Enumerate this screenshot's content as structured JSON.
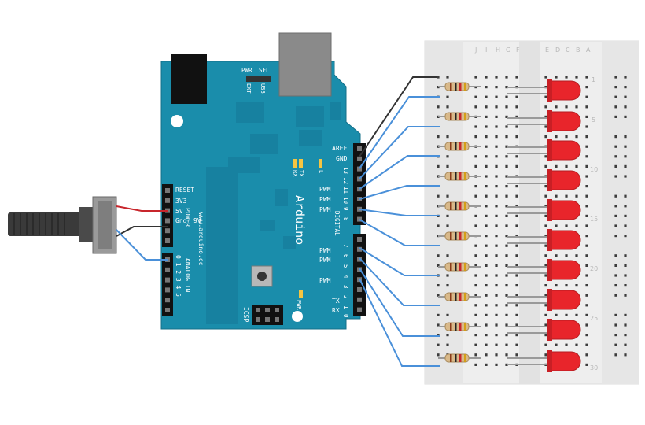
{
  "board": {
    "jumper": {
      "pwr": "PWR",
      "sel": "SEL",
      "ext": "EXT",
      "usb": "USB"
    },
    "digital_header": [
      "AREF",
      "GND",
      "13",
      "12",
      "11",
      "10",
      "9",
      "8",
      "7",
      "6",
      "5",
      "4",
      "3",
      "2",
      "1",
      "0"
    ],
    "digital_extra": {
      "pwm1": "PWM",
      "pwm2": "PWM",
      "pwm3": "PWM",
      "pwm4": "PWM",
      "pwm5": "PWM",
      "pwm6": "PWM",
      "tx": "TX",
      "rx": "RX",
      "digital": "DIGITAL"
    },
    "led_labels": {
      "tx": "TX",
      "rx": "RX",
      "l": "L",
      "pwr": "PWR"
    },
    "power_labels": {
      "reset": "RESET",
      "v33": "3V3",
      "v5": "5V",
      "gnd": "Gnd",
      "v9": "9V",
      "power": "POWER"
    },
    "analog": {
      "pins": "0 1 2 3 4 5",
      "title": "ANALOG IN"
    },
    "logo": "Arduino",
    "url": "www.arduino.cc",
    "icsp": "ICSP"
  },
  "breadboard": {
    "letters_left": [
      "J",
      "I",
      "H",
      "G",
      "F"
    ],
    "letters_right": [
      "E",
      "D",
      "C",
      "B",
      "A"
    ],
    "row_numbers": [
      "1",
      "5",
      "10",
      "15",
      "20",
      "25",
      "30"
    ]
  },
  "colors": {
    "board": "#1a8dab",
    "board_dark": "#14708a",
    "breadboard": "#eeeeee",
    "wire_blue": "#4a90d9",
    "wire_red": "#c8262c",
    "wire_black": "#333333",
    "led": "#e8252b",
    "resistor": "#d9b98a"
  }
}
